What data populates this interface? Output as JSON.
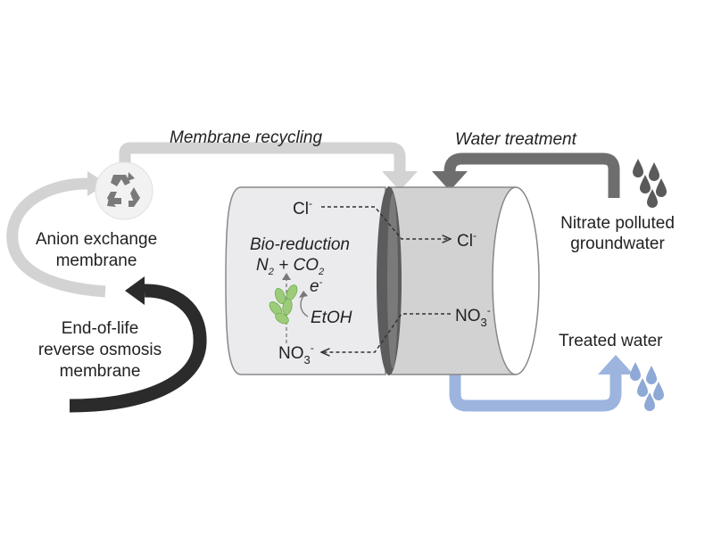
{
  "labels": {
    "membrane_recycling": "Membrane recycling",
    "water_treatment": "Water treatment",
    "nitrate_line1": "Nitrate polluted",
    "nitrate_line2": "groundwater",
    "treated_water": "Treated water",
    "anion_line1": "Anion exchange",
    "anion_line2": "membrane",
    "eol_line1": "End-of-life",
    "eol_line2": "reverse osmosis",
    "eol_line3": "membrane",
    "bio_reduction": "Bio-reduction",
    "n2_co2": {
      "n": "N",
      "n_sub": "2",
      "rest": " + CO",
      "co_sub": "2"
    },
    "electron": {
      "base": "e",
      "sup": "-"
    },
    "etoh": "EtOH",
    "cl_left": {
      "base": "Cl",
      "sup": "-"
    },
    "cl_right": {
      "base": "Cl",
      "sup": "-"
    },
    "no3_left": {
      "base": "NO",
      "sub": "3",
      "sup": "-"
    },
    "no3_right": {
      "base": "NO",
      "sub": "3",
      "sup": "-"
    }
  },
  "colors": {
    "light_gray_arrow": "#d3d3d3",
    "dark_gray_arrow": "#6e6e6e",
    "black_arrow": "#2b2b2b",
    "blue_arrow": "#9db4df",
    "treated_text": "#2d4a7a",
    "cylinder_left": "#ebebee",
    "cylinder_right": "#d3d2d2",
    "membrane": "#5c5c5c",
    "leaf_green": "#9ccc7a"
  },
  "icons": {
    "recycle": "recycle-icon",
    "polluted_drops": "water-drops-icon",
    "clean_drops": "water-drops-icon",
    "bacteria": "bacteria-icon"
  }
}
